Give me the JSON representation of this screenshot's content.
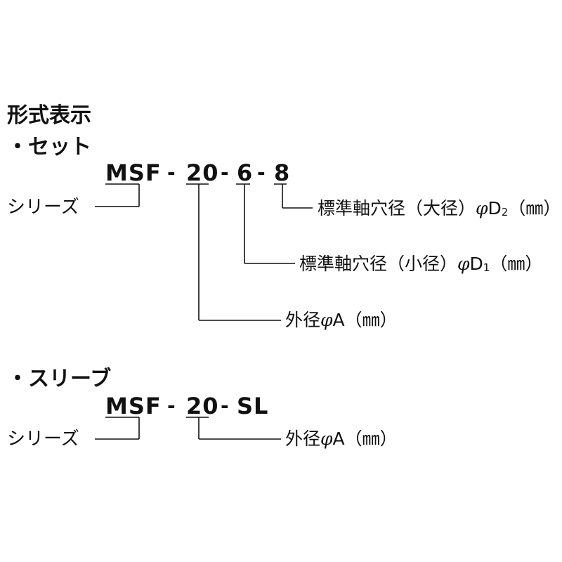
{
  "title": "形式表示",
  "set": {
    "heading": "・セット",
    "code": {
      "series": "MSF",
      "dash": "-",
      "outer": "20",
      "small": "6",
      "large": "8"
    },
    "series_label": "シリーズ",
    "large_bore": {
      "text": "標準軸穴径（大径）",
      "phi": "φ",
      "d": "D",
      "sub": "2",
      "unit": "（㎜）"
    },
    "small_bore": {
      "text": "標準軸穴径（小径）",
      "phi": "φ",
      "d": "D",
      "sub": "1",
      "unit": "（㎜）"
    },
    "outer_dia": {
      "text": "外径",
      "phi": "φ",
      "a": "A",
      "unit": "（㎜）"
    }
  },
  "sleeve": {
    "heading": "・スリーブ",
    "code": {
      "series": "MSF",
      "dash": "-",
      "outer": "20",
      "type": "SL"
    },
    "series_label": "シリーズ",
    "outer_dia": {
      "text": "外径",
      "phi": "φ",
      "a": "A",
      "unit": "（㎜）"
    }
  }
}
